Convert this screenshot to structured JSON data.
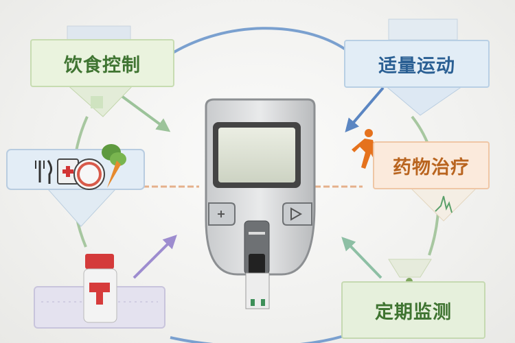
{
  "nodes": {
    "diet": {
      "label": "饮食控制"
    },
    "exercise": {
      "label": "适量运动"
    },
    "medication": {
      "label": "药物治疗"
    },
    "monitoring": {
      "label": "定期监测"
    }
  },
  "center_device": {
    "kind": "glucose-meter"
  },
  "colors": {
    "diet": "#3f7431",
    "exercise": "#2a5f93",
    "medication": "#b9641f",
    "monitoring": "#3f7431",
    "cycle_blue": "#7aa0cf",
    "cycle_green": "#a7c7a0",
    "arrow_purple": "#9d8ccf"
  },
  "icons": [
    "fork-knife-icon",
    "first-aid-kit-icon",
    "plate-icon",
    "vegetables-icon",
    "pill-bottle-icon",
    "runner-icon",
    "pulse-icon",
    "medicine-icon",
    "plant-icon"
  ]
}
